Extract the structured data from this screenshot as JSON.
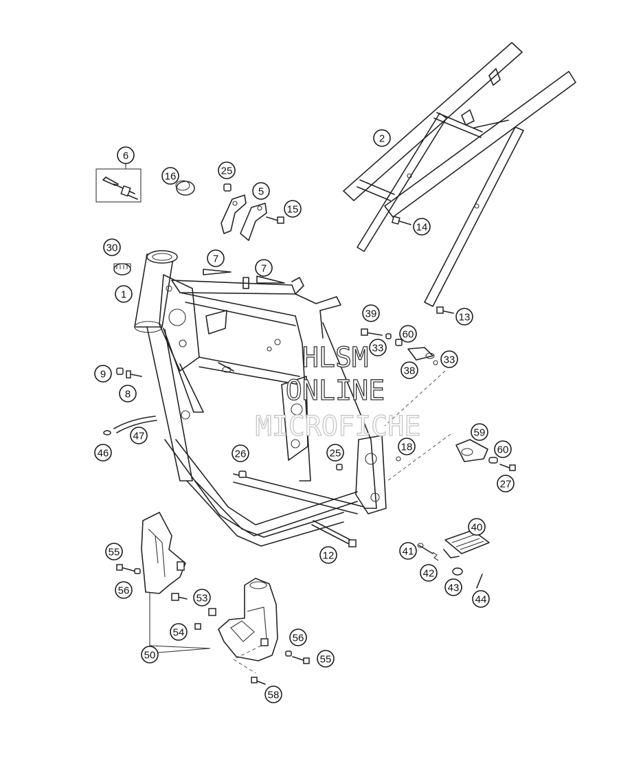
{
  "watermark": {
    "line1": "HLSM",
    "line2": "ONLINE",
    "line3": "MICROFICHE"
  },
  "callouts": [
    {
      "id": "c2",
      "label": "2"
    },
    {
      "id": "c6",
      "label": "6"
    },
    {
      "id": "c16",
      "label": "16"
    },
    {
      "id": "c25a",
      "label": "25"
    },
    {
      "id": "c5",
      "label": "5"
    },
    {
      "id": "c15",
      "label": "15"
    },
    {
      "id": "c14",
      "label": "14"
    },
    {
      "id": "c30",
      "label": "30"
    },
    {
      "id": "c7a",
      "label": "7"
    },
    {
      "id": "c7b",
      "label": "7"
    },
    {
      "id": "c1",
      "label": "1"
    },
    {
      "id": "c13",
      "label": "13"
    },
    {
      "id": "c39",
      "label": "39"
    },
    {
      "id": "c60a",
      "label": "60"
    },
    {
      "id": "c33a",
      "label": "33"
    },
    {
      "id": "c33b",
      "label": "33"
    },
    {
      "id": "c38",
      "label": "38"
    },
    {
      "id": "c9",
      "label": "9"
    },
    {
      "id": "c8",
      "label": "8"
    },
    {
      "id": "c47",
      "label": "47"
    },
    {
      "id": "c46",
      "label": "46"
    },
    {
      "id": "c59",
      "label": "59"
    },
    {
      "id": "c18",
      "label": "18"
    },
    {
      "id": "c26",
      "label": "26"
    },
    {
      "id": "c25b",
      "label": "25"
    },
    {
      "id": "c60b",
      "label": "60"
    },
    {
      "id": "c27",
      "label": "27"
    },
    {
      "id": "c40",
      "label": "40"
    },
    {
      "id": "c12",
      "label": "12"
    },
    {
      "id": "c41",
      "label": "41"
    },
    {
      "id": "c42",
      "label": "42"
    },
    {
      "id": "c43",
      "label": "43"
    },
    {
      "id": "c44",
      "label": "44"
    },
    {
      "id": "c55a",
      "label": "55"
    },
    {
      "id": "c56a",
      "label": "56"
    },
    {
      "id": "c53",
      "label": "53"
    },
    {
      "id": "c54",
      "label": "54"
    },
    {
      "id": "c56b",
      "label": "56"
    },
    {
      "id": "c50",
      "label": "50"
    },
    {
      "id": "c55b",
      "label": "55"
    },
    {
      "id": "c58",
      "label": "58"
    }
  ]
}
